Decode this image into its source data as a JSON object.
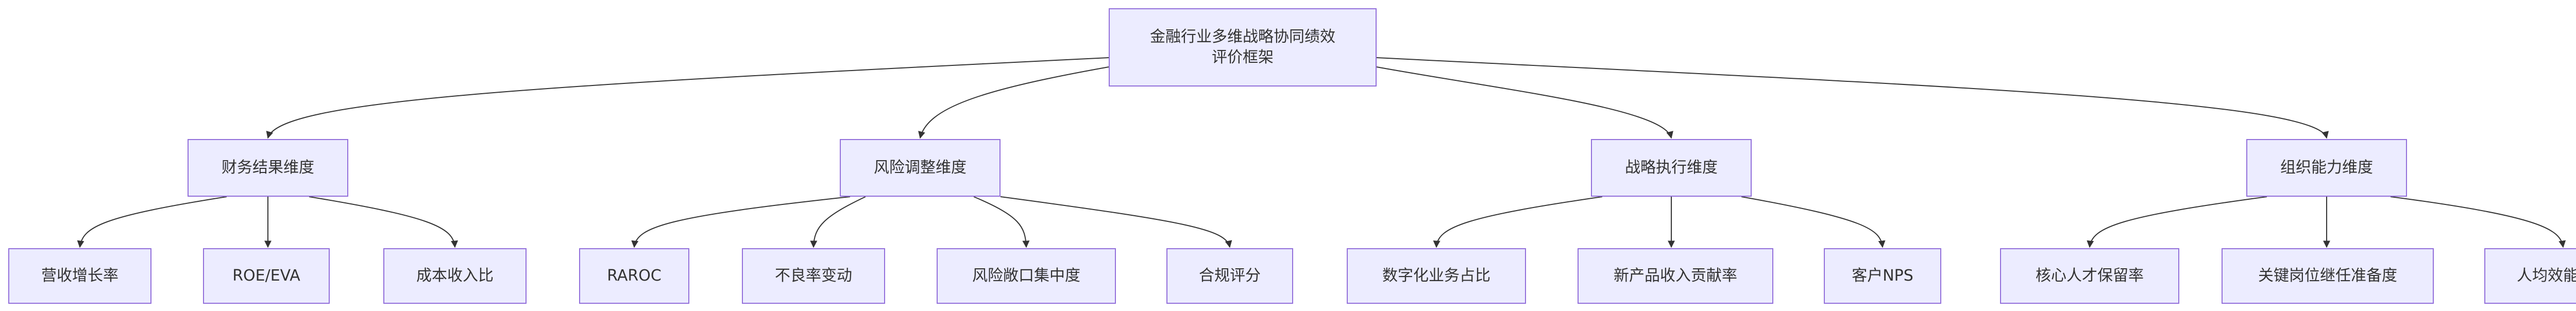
{
  "nodes": {
    "root": "金融行业多维战略协同绩效\n评价框架",
    "financial": "财务结果维度",
    "risk": "风险调整维度",
    "strategy": "战略执行维度",
    "org": "组织能力维度",
    "revenue_growth": "营收增长率",
    "roe_eva": "ROE/EVA",
    "cost_income": "成本收入比",
    "raroc": "RAROC",
    "npl_change": "不良率变动",
    "risk_concentration": "风险敞口集中度",
    "compliance": "合规评分",
    "digital_share": "数字化业务占比",
    "new_product": "新产品收入贡献率",
    "nps": "客户NPS",
    "talent_retention": "核心人才保留率",
    "succession": "关键岗位继任准备度",
    "efficiency": "人均效能趋势"
  },
  "colors": {
    "node_fill": "#ececff",
    "node_border": "#9370db",
    "edge": "#333333",
    "text": "#333333"
  }
}
